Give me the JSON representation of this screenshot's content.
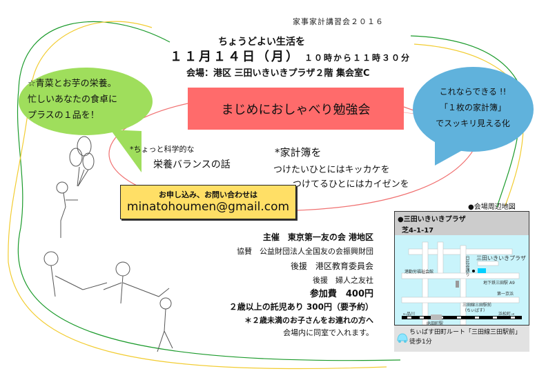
{
  "header": {
    "organizer_event": "家事家計講習会２０１６",
    "tagline": "ちょうどよい生活を",
    "date": "１１月１４日（月）",
    "time": "１０時から１１時３０分",
    "venue": "会場：港区 三田いきいきプラザ２階  集会室C"
  },
  "banner": {
    "title": "まじめにおしゃべり勉強会"
  },
  "green_bubble": {
    "lines": [
      "☆青菜とお芋の栄養。",
      "忙しいあなたの食卓に",
      "プラスの１品を！"
    ],
    "color": "#9fde5c"
  },
  "blue_bubble": {
    "lines": [
      "これならできる !!",
      "「１枚の家計簿」",
      "でスッキリ見える化"
    ],
    "color": "#60b2dc"
  },
  "topics": {
    "nutrition": {
      "line1": "*ちょっと科学的な",
      "line2": "栄養バランスの話"
    },
    "household": {
      "line1": "*家計簿を",
      "line2": "つけたいひとにはキッカケを",
      "line3": "つけてるひとにはカイゼンを"
    }
  },
  "contact": {
    "label": "お申し込み、お問い合わせは",
    "email": "minatohoumen@gmail.com",
    "color": "#ffdf66"
  },
  "credits": {
    "host": "主催　東京第一友の会 港地区",
    "sponsor": "協賛　公益財団法人全国友の会振興財団",
    "support1": "後援　港区教育委員会",
    "support2": "後援　婦人之友社"
  },
  "fees": {
    "fee": "参加費　400円",
    "childcare": "２歳以上の託児あり 300円（要予約）",
    "note1": "＊２歳未満のお子さんをお連れの方へ",
    "note2": "会場内に同室で入れます。"
  },
  "map": {
    "caption": "●会場周辺地図",
    "place_name": "●三田いきいきプラザ",
    "address": "芝4-1-17",
    "labels": {
      "plaza": "三田いきいきプラザ",
      "welfare": "港勤労福祉会館",
      "street": "日比谷通り",
      "subway_a9": "地下鉄三田駅 A9",
      "keihin": "第一京浜",
      "mita_line": "三田線三田駅前",
      "chiibus": "（ちぃばす）",
      "shinagawa": "←品川",
      "hamamatsucho": "浜松町→",
      "jr_tamachi": "JR田町駅"
    },
    "footer": "ちぃばす田町ルート「三田線三田駅前」徒歩1分",
    "bus_icon": "bus-icon"
  },
  "colors": {
    "banner": "#ff6b6b",
    "curve_green": "#1a9a2a",
    "curve_yellow": "#f2cc30",
    "curve_red": "#f07070",
    "map_bg": "#c9f4fb"
  }
}
